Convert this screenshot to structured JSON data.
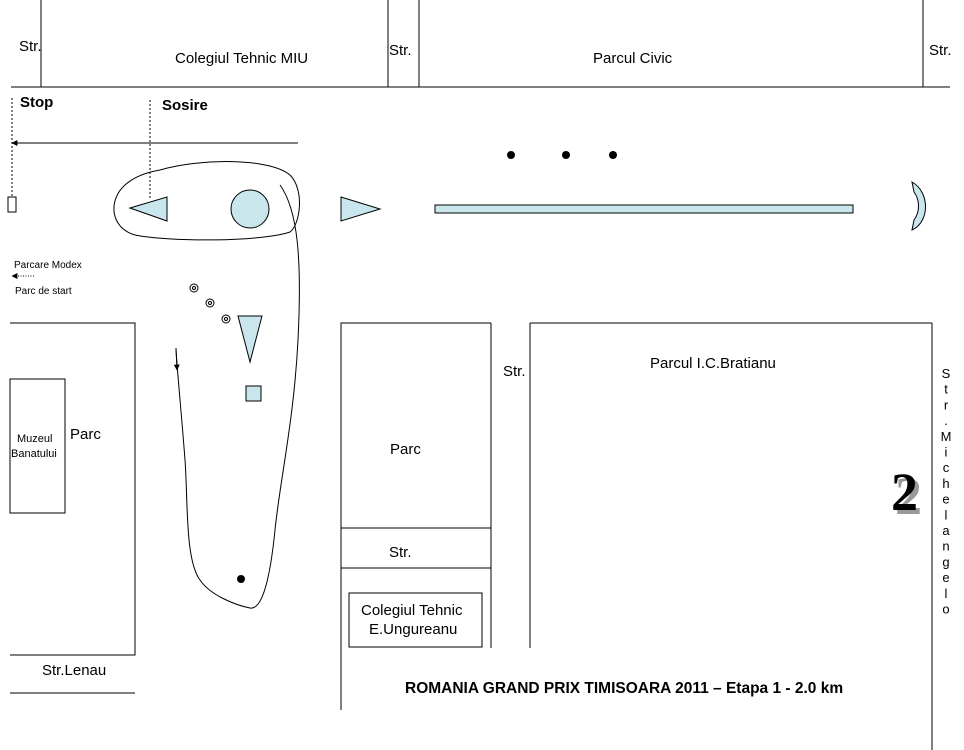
{
  "labels": {
    "str": "Str.",
    "colegiul_miu": "Colegiul Tehnic MIU",
    "parcul_civic": "Parcul Civic",
    "stop": "Stop",
    "sosire": "Sosire",
    "parcare_modex": "Parcare Modex",
    "parc_de_start": "Parc de start",
    "parc": "Parc",
    "muzeul_line1": "Muzeul",
    "muzeul_line2": "Banatului",
    "parcul_bratianu": "Parcul I.C.Bratianu",
    "colegiul_ungureanu_line1": "Colegiul Tehnic",
    "colegiul_ungureanu_line2": "E.Ungureanu",
    "str_lenau": "Str.Lenau",
    "michelangelo_letters": [
      "S",
      "t",
      "r",
      ".",
      "M",
      "i",
      "c",
      "h",
      "e",
      "l",
      "a",
      "n",
      "g",
      "e",
      "l",
      "o"
    ],
    "stage_number": "2",
    "title": "ROMANIA GRAND PRIX TIMISOARA 2011 – Etapa 1 - 2.0 km"
  },
  "colors": {
    "obstacle_fill": "#c9e6ed",
    "line": "#000000"
  }
}
